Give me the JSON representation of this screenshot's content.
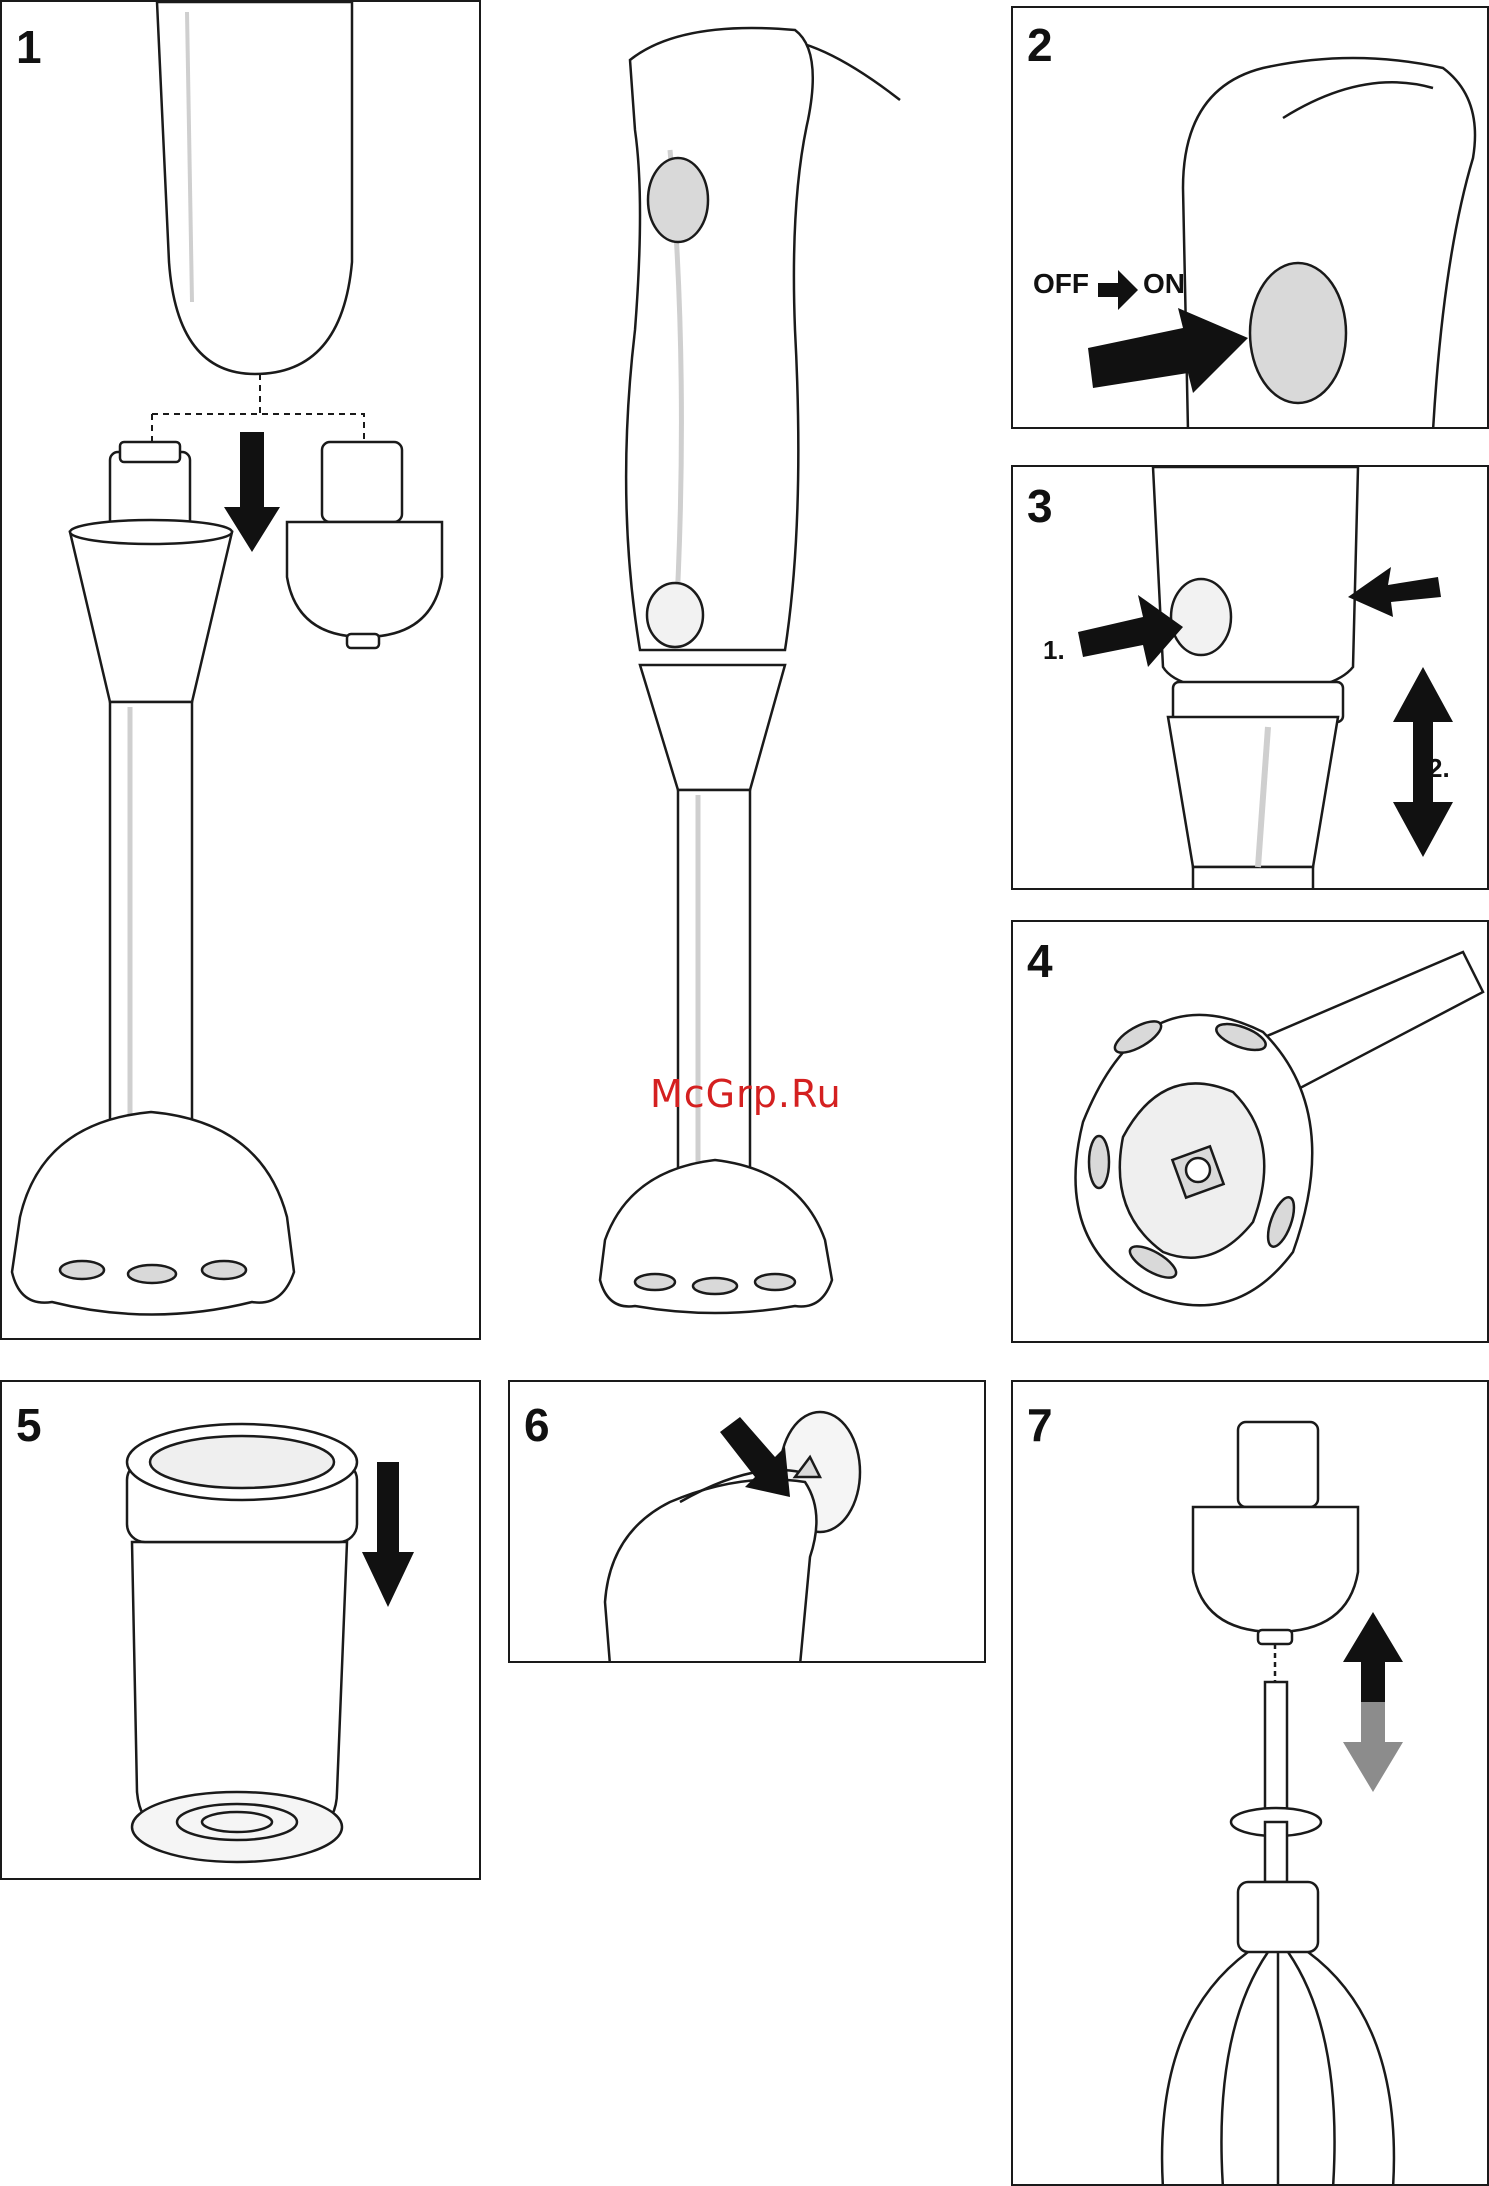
{
  "panels": {
    "p1": {
      "number": "1"
    },
    "p2": {
      "number": "2",
      "switch_off": "OFF",
      "switch_on": "ON"
    },
    "p3": {
      "number": "3",
      "step1": "1.",
      "step2": "2."
    },
    "p4": {
      "number": "4"
    },
    "p5": {
      "number": "5"
    },
    "p6": {
      "number": "6"
    },
    "p7": {
      "number": "7"
    }
  },
  "watermark": "McGrp.Ru",
  "colors": {
    "line": "#1a1a1a",
    "fill": "#ffffff",
    "shade": "#d9d9d9",
    "arrow": "#111111",
    "arrow_alt": "#8c8c8c",
    "watermark": "#d42020"
  },
  "icons": [
    "arrow-down-icon",
    "arrow-right-icon",
    "double-arrow-icon"
  ]
}
